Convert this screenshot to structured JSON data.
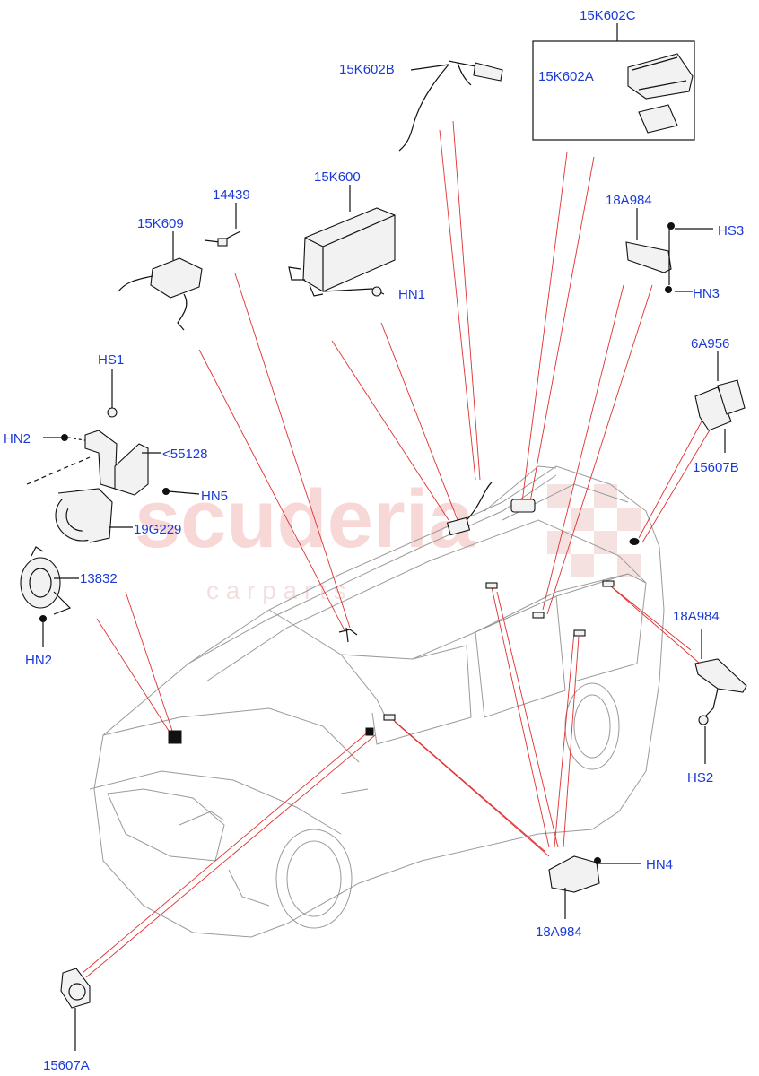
{
  "watermark": {
    "main": "scuderia",
    "sub": "c a r   p a r t s",
    "color": "#f4b8b8"
  },
  "colors": {
    "label": "#1a3ad8",
    "leader": "#e03030",
    "line": "#111111",
    "car": "#9a9a9a"
  },
  "labels": {
    "l15K602C": "15K602C",
    "l15K602A": "15K602A",
    "l15K602B": "15K602B",
    "l15K600": "15K600",
    "l14439": "14439",
    "l15K609": "15K609",
    "lHN1": "HN1",
    "l18A984_top": "18A984",
    "lHS3": "HS3",
    "lHN3": "HN3",
    "l6A956": "6A956",
    "l15607B": "15607B",
    "lHS1": "HS1",
    "lHN2_upper": "HN2",
    "l55128": "<55128",
    "lHN5": "HN5",
    "l19G229": "19G229",
    "l13832": "13832",
    "lHN2_lower": "HN2",
    "l18A984_right": "18A984",
    "lHS2": "HS2",
    "lHN4": "HN4",
    "l18A984_bottom": "18A984",
    "l15607A": "15607A"
  }
}
